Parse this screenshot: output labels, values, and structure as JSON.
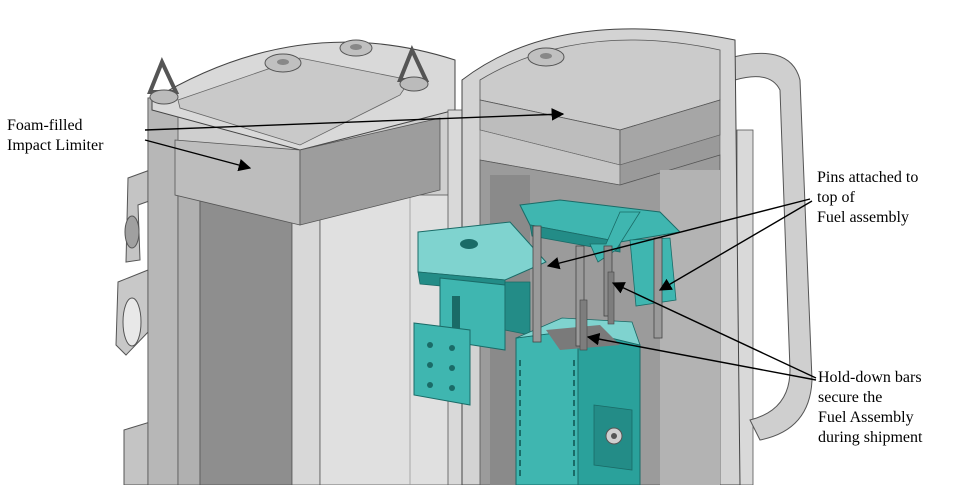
{
  "figure": {
    "labels": {
      "impact_limiter": "Foam-filled\nImpact Limiter",
      "pins": "Pins attached to\ntop of\nFuel assembly",
      "hold_down": "Hold-down bars\nsecure the\nFuel Assembly\nduring shipment"
    },
    "colors": {
      "container_light": "#d4d4d4",
      "container_mid": "#b9b9b9",
      "container_dark": "#8f8f8f",
      "container_shadow": "#6e6e6e",
      "window_dark": "#7a7a7a",
      "fuel_teal": "#3fb6b0",
      "fuel_teal_dark": "#238c87",
      "fuel_teal_light": "#7fd3cf",
      "arrow": "#000000"
    }
  }
}
